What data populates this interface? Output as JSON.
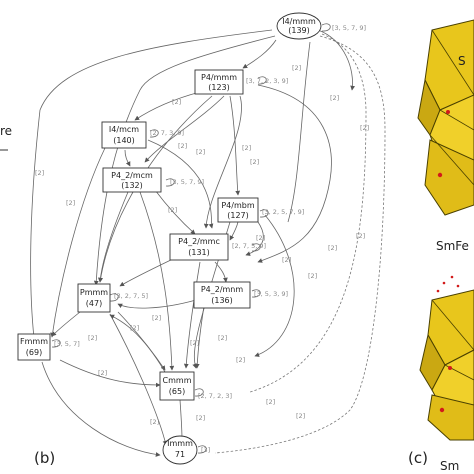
{
  "nodes": {
    "i4mmm": {
      "label": "I4/mmm",
      "number": "(139)",
      "cycle": "[3, 5, 7, 9]"
    },
    "p4mmm": {
      "label": "P4/mmm",
      "number": "(123)",
      "cycle": "[3, 7, 2, 3, 9]"
    },
    "i4mcm": {
      "label": "I4/mcm",
      "number": "(140)",
      "cycle": "[2, 7, 3, 9]"
    },
    "p42mcm": {
      "label": "P4_2/mcm",
      "number": "(132)",
      "cycle": "[3, 5, 7, 9]"
    },
    "p4mbm": {
      "label": "P4/mbm",
      "number": "(127)",
      "cycle": "[3, 2, 5, 7, 9]"
    },
    "p42mmc": {
      "label": "P4_2/mmc",
      "number": "(131)",
      "cycle": "[2, 7, 5, 9]"
    },
    "pmmm": {
      "label": "Pmmm",
      "number": "(47)",
      "cycle": "[3, 2, 7, 5]"
    },
    "p42mnm": {
      "label": "P4_2/mnm",
      "number": "(136)",
      "cycle": "[3, 5, 3, 9]"
    },
    "fmmm": {
      "label": "Fmmm",
      "number": "(69)",
      "cycle": "[3, 5, 7]"
    },
    "cmmm": {
      "label": "Cmmm",
      "number": "(65)",
      "cycle": "[2, 7, 2, 3]"
    },
    "immm": {
      "label": "Immm",
      "number": "71",
      "cycle": "[3]"
    }
  },
  "edge_label": "[2]",
  "panel_b": "(b)",
  "panel_c": "(c)",
  "side_left_1": "re",
  "side_right_1": "SmFe",
  "side_right_2": "Sm",
  "colors": {
    "structure_yellow": "#e8c61c",
    "structure_edge": "#4a4000",
    "atom_red": "#d21a1a"
  }
}
